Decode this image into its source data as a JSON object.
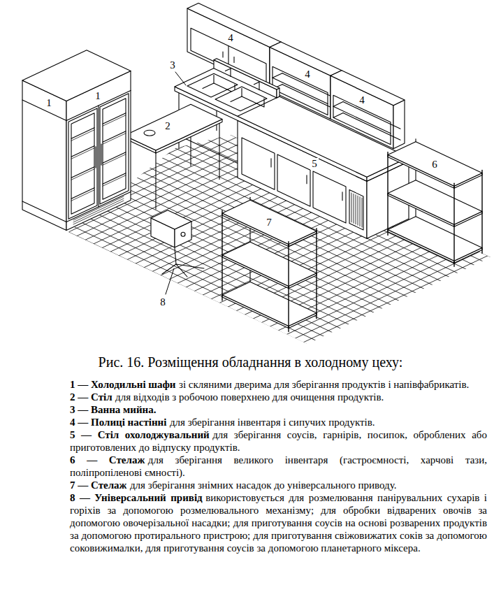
{
  "diagram": {
    "caption": "Рис. 16. Розміщення обладнання в холодному цеху:",
    "labels": [
      "1",
      "1",
      "2",
      "3",
      "4",
      "4",
      "4",
      "5",
      "6",
      "7",
      "8",
      "1 — Холодильні шафи",
      "зі скляними дверима для зберігання продуктів і напівфабрикатів.",
      "2 — Стіл",
      "для відходів з робочою поверхнею для очищення продуктів.",
      "3 — Ванна мийна.",
      "4 — Полиці настінні",
      "для зберігання інвентаря і сипучих продуктів.",
      "5 — Стіл охолоджувальний",
      "для зберігання соусів, гарнірів, посипок, оброблених або приготовлених до відпуску продуктів.",
      "6 — Стелаж",
      "для зберігання великого інвентаря (гастроємності, харчові тази, поліпропіленові ємності).",
      "7 — Стелаж",
      "для зберігання знімних насадок до універсального приводу.",
      "8 — Універсальний привід",
      "використовується для розмелювання панірувальних сухарів і горіхів за допомогою розмелювального механізму; для обробки відварених овочів за допомогою овочерізальної насадки; для приготування соусів на основі розварених продуктів за допомогою протирального пристрою; для приготування свіжовижатих соків за допомогою соковижималки, для приготування соусів за допомогою планетарного міксера."
    ]
  }
}
